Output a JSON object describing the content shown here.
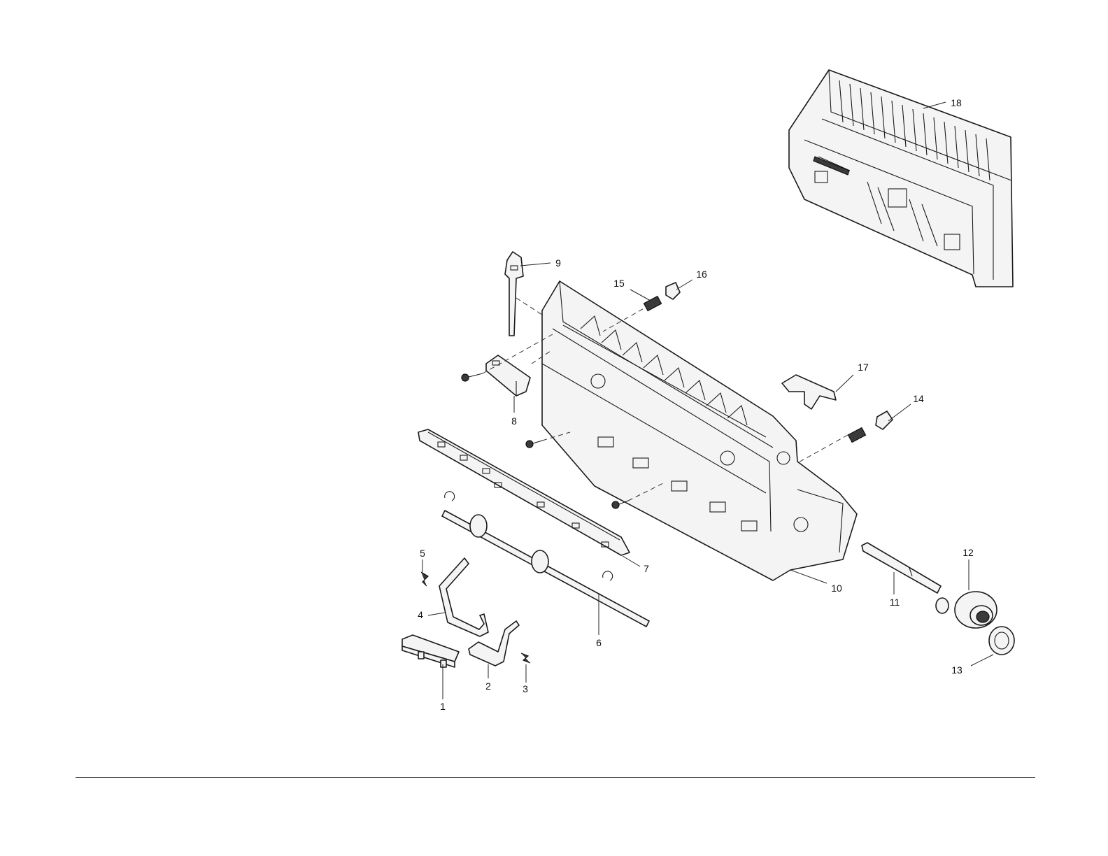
{
  "diagram": {
    "type": "exploded-parts",
    "callouts": [
      {
        "id": "c1",
        "text": "1"
      },
      {
        "id": "c2",
        "text": "2"
      },
      {
        "id": "c3",
        "text": "3"
      },
      {
        "id": "c4",
        "text": "4"
      },
      {
        "id": "c5",
        "text": "5"
      },
      {
        "id": "c6",
        "text": "6"
      },
      {
        "id": "c7",
        "text": "7"
      },
      {
        "id": "c8",
        "text": "8"
      },
      {
        "id": "c9",
        "text": "9"
      },
      {
        "id": "c10",
        "text": "10"
      },
      {
        "id": "c11",
        "text": "11"
      },
      {
        "id": "c12",
        "text": "12"
      },
      {
        "id": "c13",
        "text": "13"
      },
      {
        "id": "c14",
        "text": "14"
      },
      {
        "id": "c15",
        "text": "15"
      },
      {
        "id": "c16",
        "text": "16"
      },
      {
        "id": "c17",
        "text": "17"
      },
      {
        "id": "c18",
        "text": "18"
      }
    ]
  }
}
